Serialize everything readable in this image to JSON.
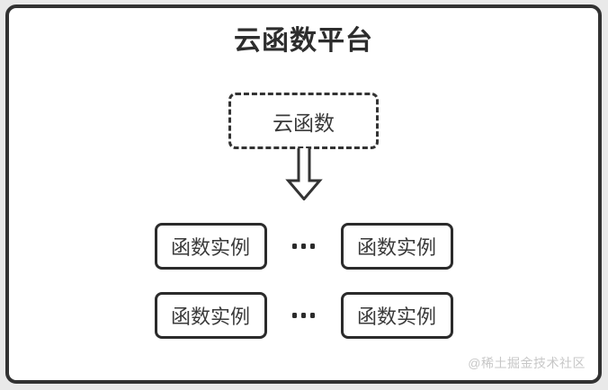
{
  "diagram": {
    "title": "云函数平台",
    "source_box": {
      "label": "云函数"
    },
    "arrow": {
      "direction": "down",
      "style": "hollow-outline"
    },
    "rows": [
      {
        "left": "函数实例",
        "right": "函数实例"
      },
      {
        "left": "函数实例",
        "right": "函数实例"
      }
    ],
    "watermark": "@稀土掘金技术社区",
    "colors": {
      "frame_border": "#323232",
      "box_border": "#2b2b2b",
      "text": "#3a3a3a",
      "card_background": "#ffffff",
      "page_background": "#e9e9e9",
      "watermark": "#c7c7c7"
    }
  }
}
